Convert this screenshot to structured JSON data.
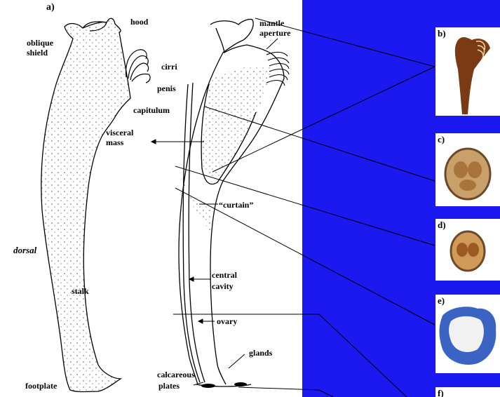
{
  "figure": {
    "panel_a_label": "a)",
    "labels": {
      "hood": "hood",
      "oblique_shield_1": "oblique",
      "oblique_shield_2": "shield",
      "cirri": "cirri",
      "penis": "penis",
      "capitulum": "capitulum",
      "visceral_mass_1": "visceral",
      "visceral_mass_2": "mass",
      "mantle_aperture_1": "mantle",
      "mantle_aperture_2": "aperture",
      "curtain": "“curtain”",
      "dorsal": "dorsal",
      "stalk": "stalk",
      "central_cavity_1": "central",
      "central_cavity_2": "cavity",
      "ovary": "ovary",
      "glands": "glands",
      "calcareous_plates_1": "calcareous",
      "calcareous_plates_2": "plates",
      "footplate": "footplate"
    },
    "photo_panels": [
      {
        "label": "b)"
      },
      {
        "label": "c)"
      },
      {
        "label": "d)"
      },
      {
        "label": "e)"
      },
      {
        "label": "f)"
      }
    ]
  },
  "colors": {
    "background": "#1c18f0",
    "panel": "#ffffff"
  }
}
